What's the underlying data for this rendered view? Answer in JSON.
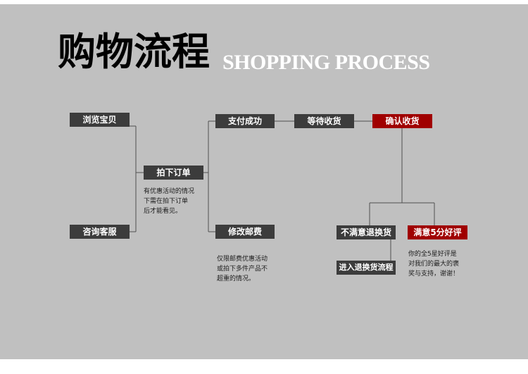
{
  "title": {
    "cn": "购物流程",
    "en": "SHOPPING PROCESS"
  },
  "steps": {
    "browse": "浏览宝贝",
    "consult": "咨询客服",
    "order": "拍下订单",
    "payment_success": "支付成功",
    "modify_postage": "修改邮费",
    "await_receipt": "等待收货",
    "confirm_receipt": "确认收货",
    "unsatisfied_return": "不满意退换货",
    "return_process": "进入退换货流程",
    "satisfied_rating": "满意5分好评"
  },
  "notes": {
    "order_note": "有优惠活动的情况\n下需在拍下订单\n后才能看见。",
    "postage_note": "仅限邮费优惠活动\n或拍下多件产品不\n超重的情况。",
    "rating_note": "你的全5星好评是\n对我们的最大的褒\n奖与支持，谢谢！"
  },
  "colors": {
    "background": "#c0c0c0",
    "box": "#3c3c3c",
    "accent": "#a00000",
    "connector": "#505050"
  }
}
